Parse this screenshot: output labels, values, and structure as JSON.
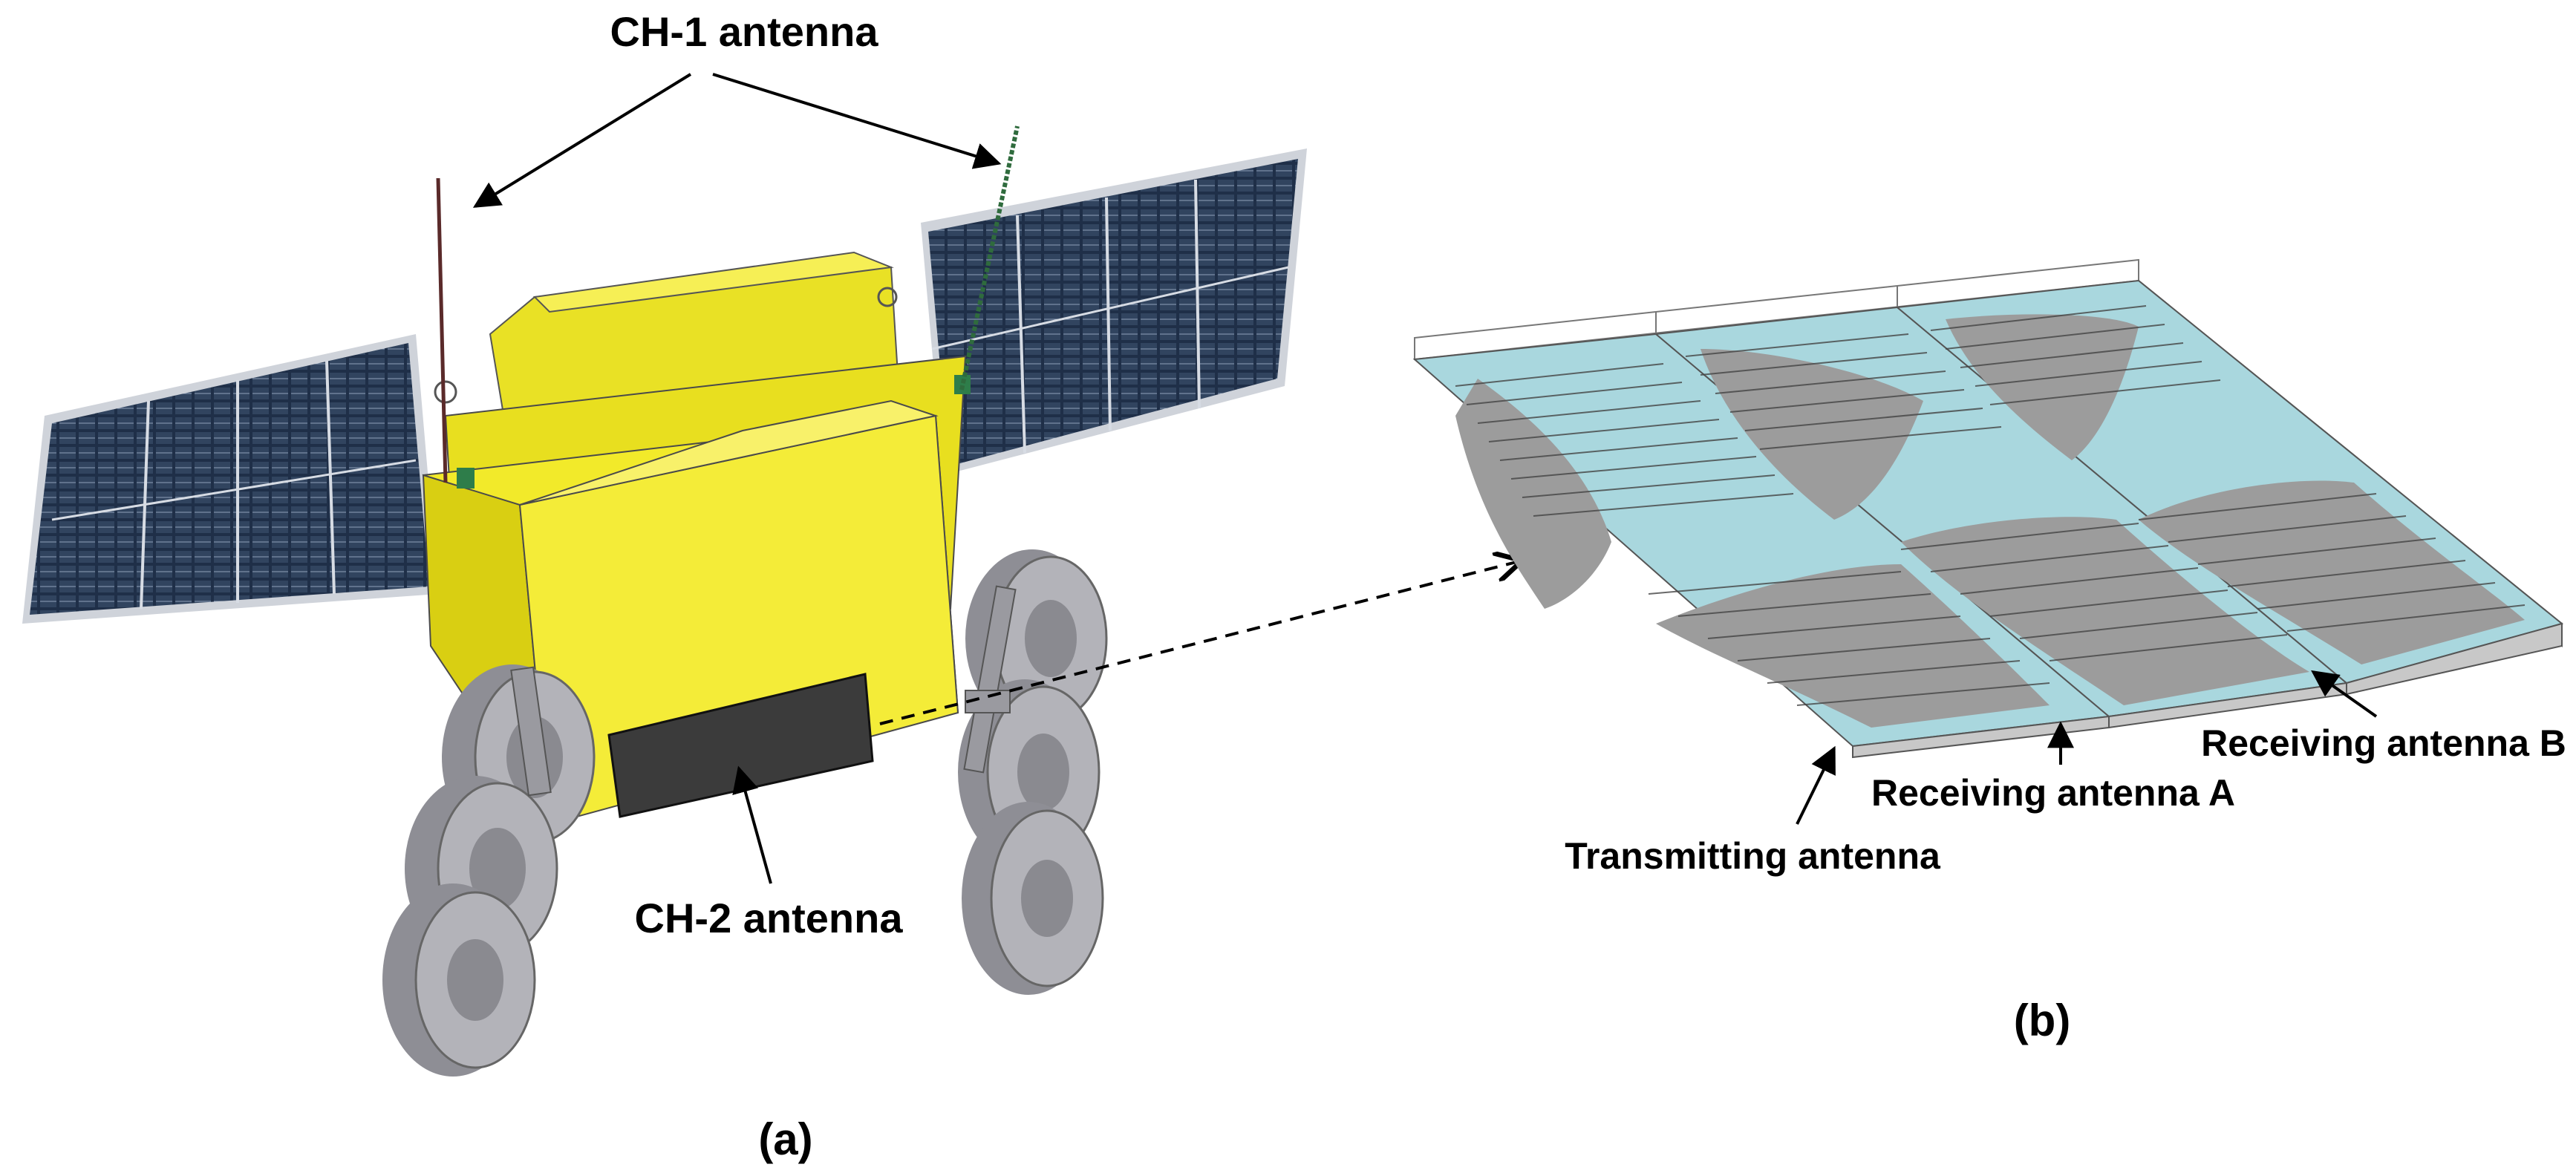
{
  "labels": {
    "ch1": "CH-1 antenna",
    "ch2": "CH-2 antenna",
    "transmitting": "Transmitting antenna",
    "receiving_a": "Receiving antenna A",
    "receiving_b": "Receiving antenna B",
    "panel_a": "(a)",
    "panel_b": "(b)"
  },
  "colors": {
    "body_yellow": "#f2ea2a",
    "solar_panel": "#1f2f48",
    "wheel_gray": "#a7a7ad",
    "antenna_fill": "#a9d7de",
    "element_gray": "#9c9c9c"
  }
}
